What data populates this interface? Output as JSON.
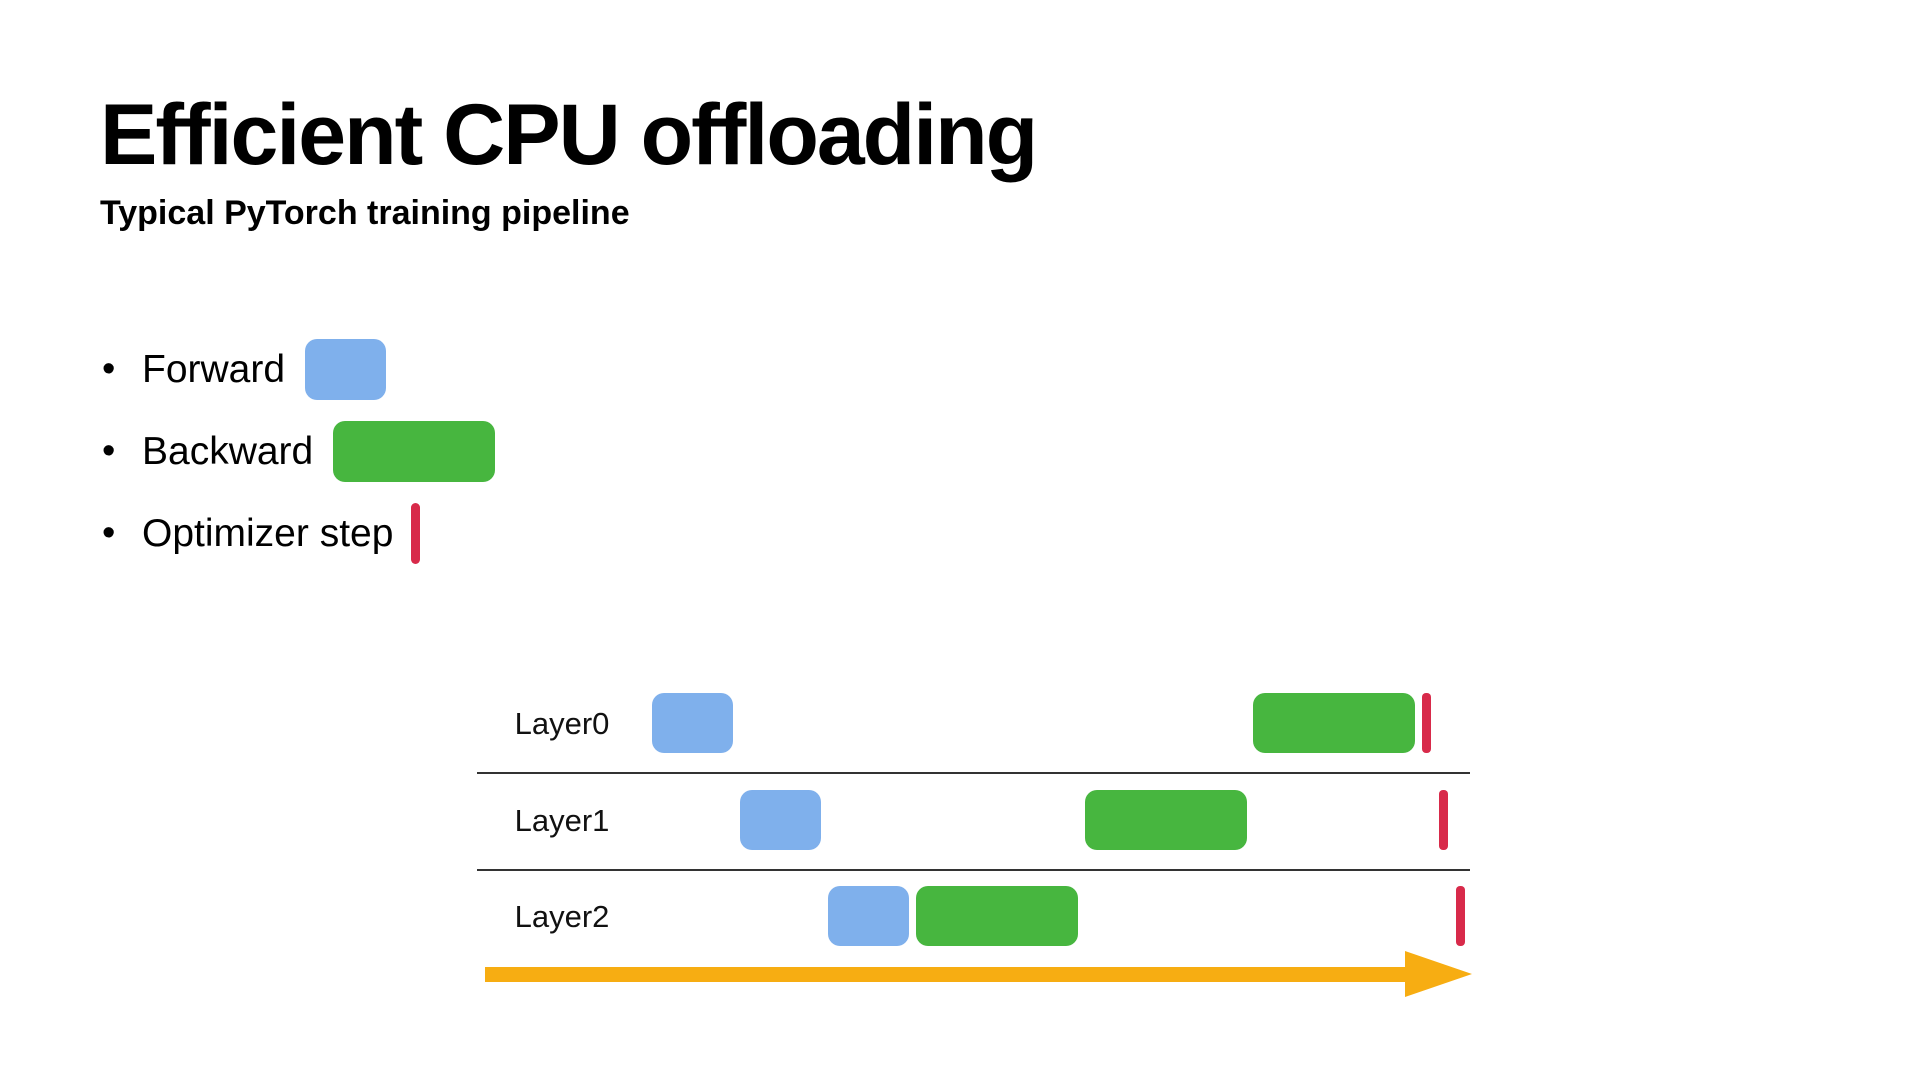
{
  "title": "Efficient CPU offloading",
  "subtitle": "Typical PyTorch training pipeline",
  "colors": {
    "forward": "#7fb0ec",
    "backward": "#47b63f",
    "optimizer": "#d82a4a",
    "arrow": "#f7ad12",
    "divider": "#333333"
  },
  "legend": [
    {
      "kind": "forward",
      "label": "Forward"
    },
    {
      "kind": "backward",
      "label": "Backward"
    },
    {
      "kind": "optimizer",
      "label": "Optimizer step"
    }
  ],
  "timeline": {
    "layers": [
      "Layer0",
      "Layer1",
      "Layer2"
    ],
    "events": [
      {
        "layer": "Layer0",
        "kind": "forward",
        "order": 1
      },
      {
        "layer": "Layer1",
        "kind": "forward",
        "order": 2
      },
      {
        "layer": "Layer2",
        "kind": "forward",
        "order": 3
      },
      {
        "layer": "Layer2",
        "kind": "backward",
        "order": 4
      },
      {
        "layer": "Layer1",
        "kind": "backward",
        "order": 5
      },
      {
        "layer": "Layer0",
        "kind": "backward",
        "order": 6
      },
      {
        "layer": "Layer0",
        "kind": "optimizer",
        "order": 7
      },
      {
        "layer": "Layer1",
        "kind": "optimizer",
        "order": 8
      },
      {
        "layer": "Layer2",
        "kind": "optimizer",
        "order": 9
      }
    ]
  }
}
